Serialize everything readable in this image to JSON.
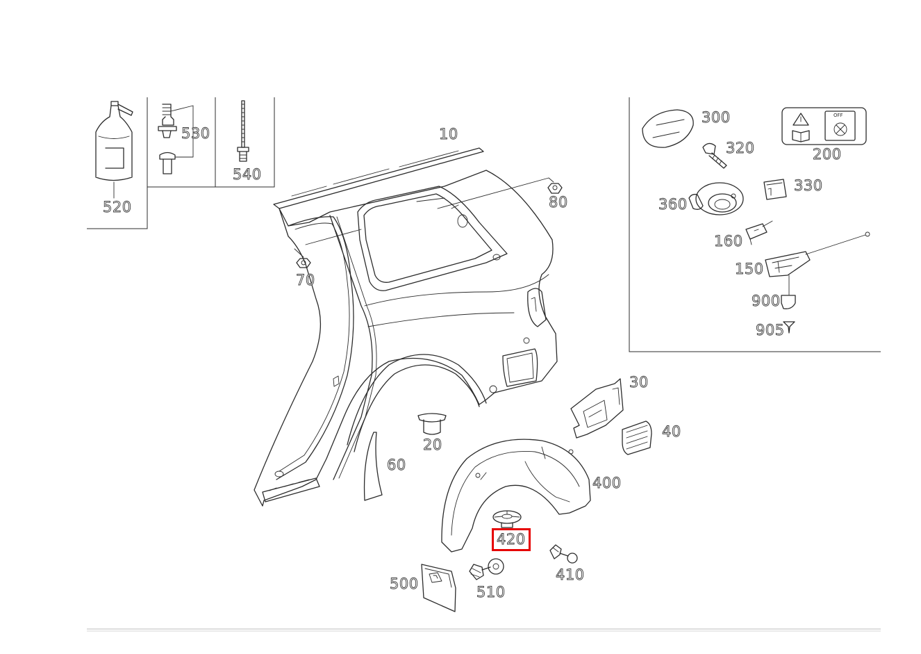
{
  "diagram": {
    "highlighted_part": "420",
    "highlight_color": "#e60000",
    "labels": {
      "p10": "10",
      "p20": "20",
      "p30": "30",
      "p40": "40",
      "p60": "60",
      "p70": "70",
      "p80": "80",
      "p150": "150",
      "p160": "160",
      "p200": "200",
      "p300": "300",
      "p320": "320",
      "p330": "330",
      "p360": "360",
      "p400": "400",
      "p410": "410",
      "p420": "420",
      "p500": "500",
      "p510": "510",
      "p520": "520",
      "p530": "530",
      "p540": "540",
      "p900": "900",
      "p905": "905"
    },
    "icons": [
      "warning-triangle-icon",
      "manual-book-icon",
      "fuel-off-icon"
    ]
  }
}
